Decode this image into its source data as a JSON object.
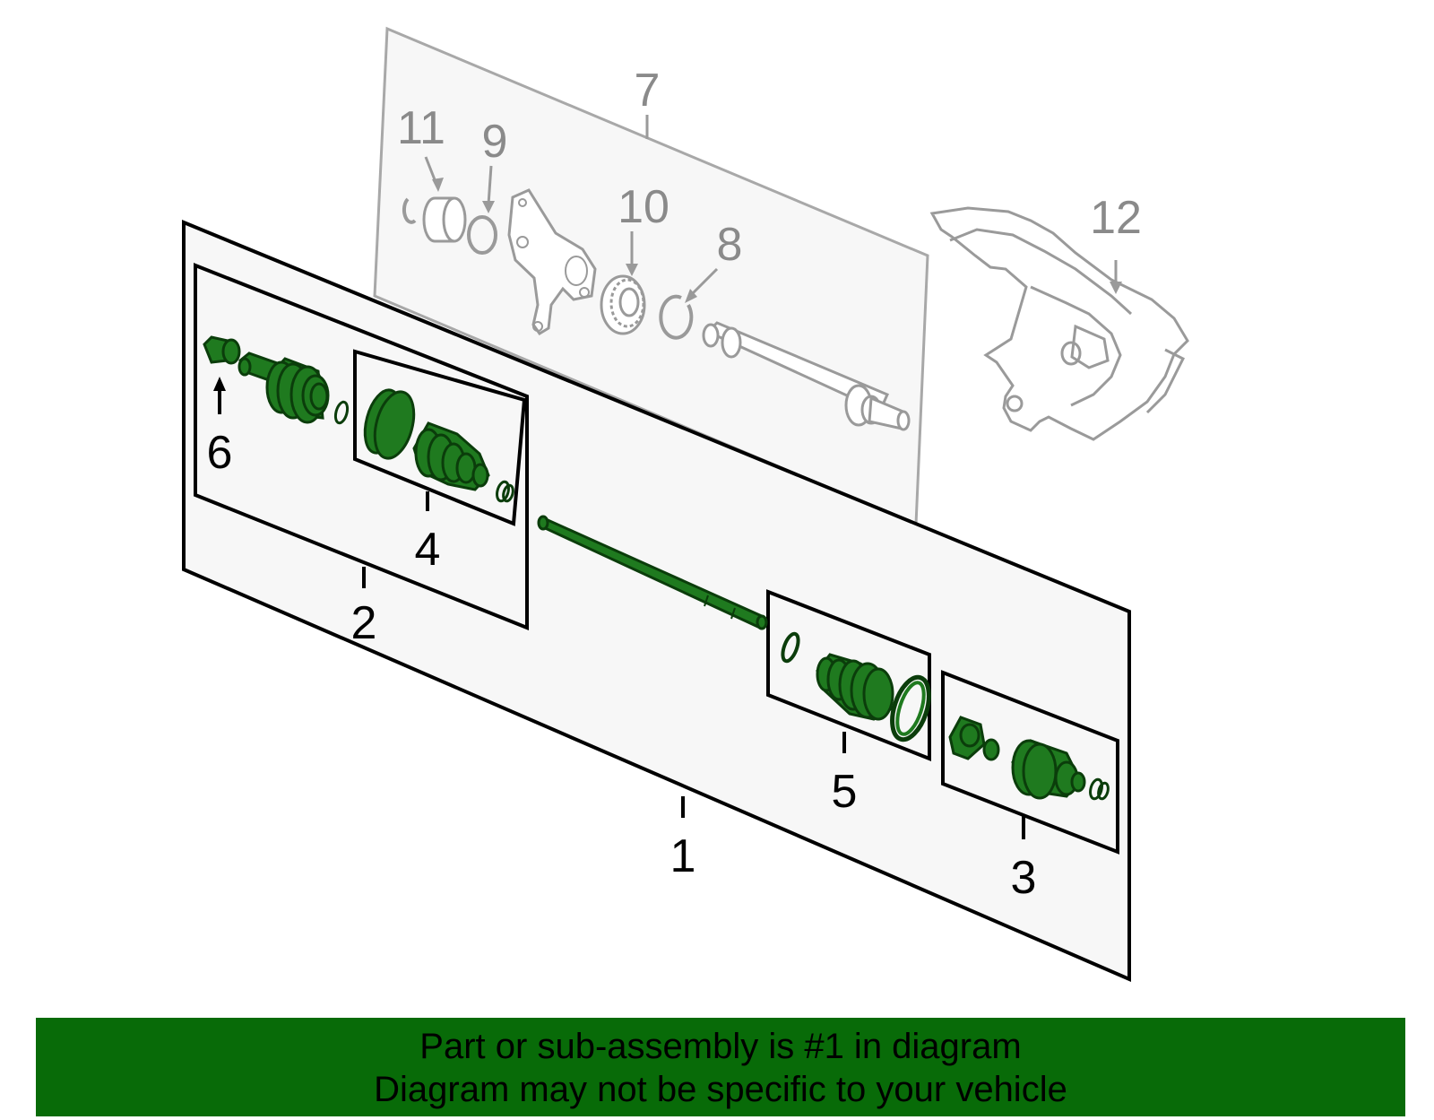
{
  "colors": {
    "part_fill": "#1f7a1f",
    "part_stroke": "#0b3d0b",
    "banner": "#086b08",
    "aux_stroke": "#9a9a9a",
    "aux_text": "#8a8a8a"
  },
  "callouts": {
    "c1": "1",
    "c2": "2",
    "c3": "3",
    "c4": "4",
    "c5": "5",
    "c6": "6",
    "c7": "7",
    "c8": "8",
    "c9": "9",
    "c10": "10",
    "c11": "11",
    "c12": "12"
  },
  "banner": {
    "line1": "Part or sub-assembly is #1 in diagram",
    "line2": "Diagram may not be specific to your vehicle"
  }
}
